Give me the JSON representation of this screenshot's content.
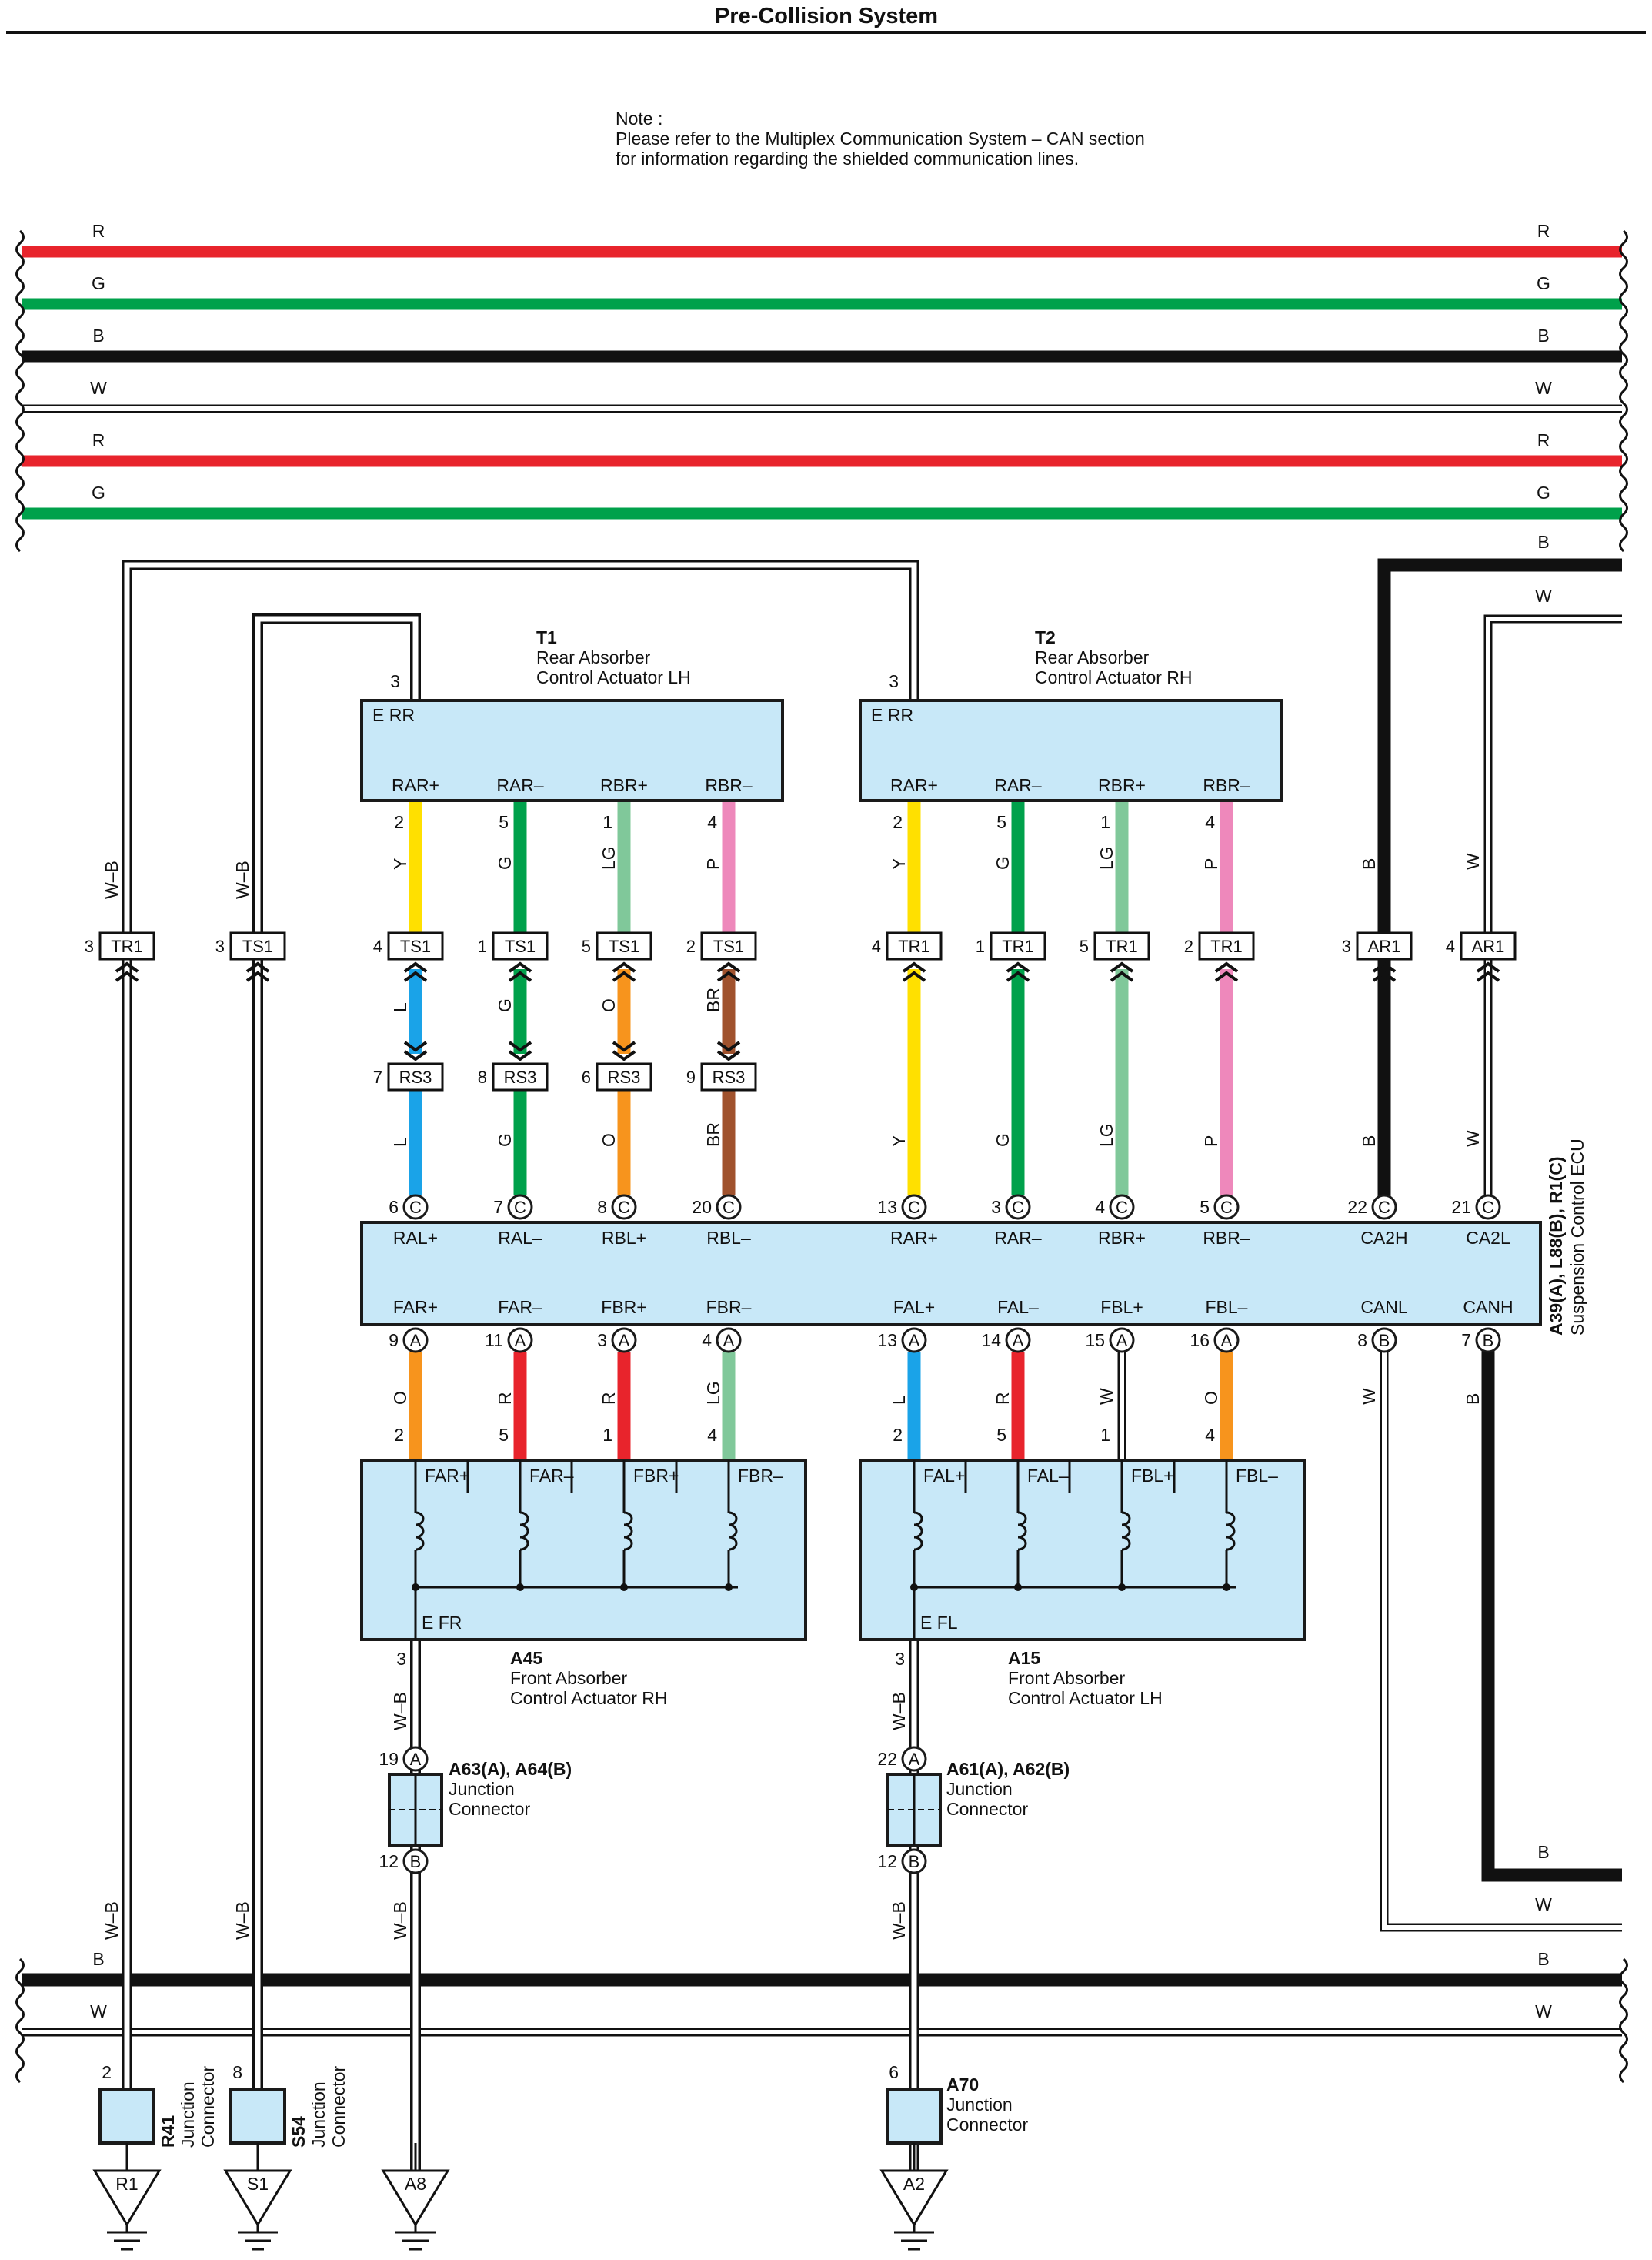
{
  "title": "Pre-Collision System",
  "note": [
    "Note :",
    "Please refer to the Multiplex Communication System – CAN section",
    "for information regarding the shielded communication lines."
  ],
  "colors": {
    "R": "#e8242c",
    "G": "#00a14b",
    "B": "#111111",
    "W": "#ffffff",
    "Y": "#ffe000",
    "LG": "#80c89a",
    "P": "#ee88bb",
    "L": "#1aa3e8",
    "O": "#f7941d",
    "BR": "#a0522d",
    "box": "#c8e8f8"
  },
  "bus_top": [
    "R",
    "G",
    "B",
    "W",
    "R",
    "G"
  ],
  "bus_bottom": [
    "B",
    "W"
  ],
  "right_loop_labels": [
    "B",
    "W",
    "B",
    "W"
  ],
  "components": {
    "T1": {
      "code": "T1",
      "name1": "Rear Absorber",
      "name2": "Control Actuator LH",
      "ground": "E RR",
      "ground_pin": "3",
      "pins": [
        "RAR+",
        "RAR–",
        "RBR+",
        "RBR–"
      ]
    },
    "T2": {
      "code": "T2",
      "name1": "Rear Absorber",
      "name2": "Control Actuator RH",
      "ground": "E RR",
      "ground_pin": "3",
      "pins": [
        "RAR+",
        "RAR–",
        "RBR+",
        "RBR–"
      ]
    },
    "ecu": {
      "code": "A39(A), L88(B), R1(C)",
      "name": "Suspension Control ECU",
      "top_pins": [
        "RAL+",
        "RAL–",
        "RBL+",
        "RBL–",
        "RAR+",
        "RAR–",
        "RBR+",
        "RBR–",
        "CA2H",
        "CA2L"
      ],
      "top_nums": [
        "6",
        "7",
        "8",
        "20",
        "13",
        "3",
        "4",
        "5",
        "22",
        "21"
      ],
      "top_conn": "C",
      "bot_pins": [
        "FAR+",
        "FAR–",
        "FBR+",
        "FBR–",
        "FAL+",
        "FAL–",
        "FBL+",
        "FBL–",
        "CANL",
        "CANH"
      ],
      "bot_nums": [
        "9",
        "11",
        "3",
        "4",
        "13",
        "14",
        "15",
        "16",
        "8",
        "7"
      ],
      "bot_conn": [
        "A",
        "A",
        "A",
        "A",
        "A",
        "A",
        "A",
        "A",
        "B",
        "B"
      ]
    },
    "A45": {
      "code": "A45",
      "name1": "Front Absorber",
      "name2": "Control Actuator RH",
      "ground": "E FR",
      "ground_pin": "3",
      "pins": [
        "FAR+",
        "FAR–",
        "FBR+",
        "FBR–"
      ],
      "nums": [
        "2",
        "5",
        "1",
        "4"
      ]
    },
    "A15": {
      "code": "A15",
      "name1": "Front Absorber",
      "name2": "Control Actuator LH",
      "ground": "E FL",
      "ground_pin": "3",
      "pins": [
        "FAL+",
        "FAL–",
        "FBL+",
        "FBL–"
      ],
      "nums": [
        "2",
        "5",
        "1",
        "4"
      ]
    },
    "A63": {
      "code": "A63(A), A64(B)",
      "name1": "Junction",
      "name2": "Connector",
      "top": "19",
      "top_c": "A",
      "bot": "12",
      "bot_c": "B"
    },
    "A61": {
      "code": "A61(A), A62(B)",
      "name1": "Junction",
      "name2": "Connector",
      "top": "22",
      "top_c": "A",
      "bot": "12",
      "bot_c": "B"
    },
    "R41": {
      "code": "R41",
      "name1": "Junction",
      "name2": "Connector",
      "pin": "2"
    },
    "S54": {
      "code": "S54",
      "name1": "Junction",
      "name2": "Connector",
      "pin": "8"
    },
    "A70": {
      "code": "A70",
      "name1": "Junction",
      "name2": "Connector",
      "pin": "6"
    }
  },
  "t1_pin_nums": [
    "2",
    "5",
    "1",
    "4"
  ],
  "t2_pin_nums": [
    "2",
    "5",
    "1",
    "4"
  ],
  "t1_wire_colors_upper": [
    "Y",
    "G",
    "LG",
    "P"
  ],
  "t1_wire_colors_mid": [
    "L",
    "G",
    "O",
    "BR"
  ],
  "t1_wire_colors_low": [
    "L",
    "G",
    "O",
    "BR"
  ],
  "t2_wire_colors": [
    "Y",
    "G",
    "LG",
    "P"
  ],
  "ar_wire_colors": [
    "B",
    "W"
  ],
  "front_wire_colors": [
    "O",
    "R",
    "R",
    "LG",
    "L",
    "R",
    "W",
    "O"
  ],
  "ts1": {
    "label": "TS1",
    "nums": [
      "3",
      "4",
      "1",
      "5",
      "2"
    ]
  },
  "tr1": {
    "label": "TR1",
    "nums": [
      "3",
      "4",
      "1",
      "5",
      "2"
    ]
  },
  "ar1": {
    "label": "AR1",
    "nums": [
      "3",
      "4"
    ]
  },
  "rs3": {
    "label": "RS3",
    "nums": [
      "7",
      "8",
      "6",
      "9"
    ]
  },
  "wb": "W–B",
  "grounds": [
    "R1",
    "S1",
    "A8",
    "A2"
  ]
}
